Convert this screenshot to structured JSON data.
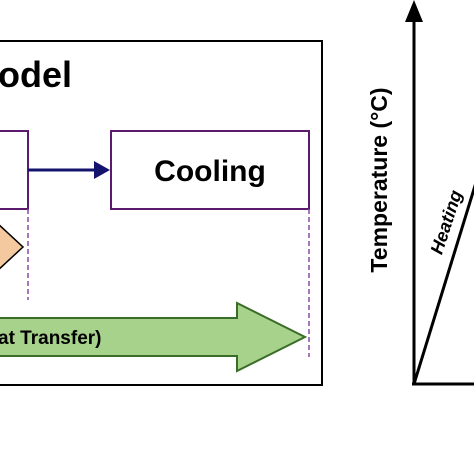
{
  "model_panel": {
    "title": "odel",
    "stage_box_label": "Cooling",
    "heat_transfer_label": "at Transfer)"
  },
  "graph_panel": {
    "y_axis_label": "Temperature (°C)",
    "curve_label": "Heating"
  },
  "colors": {
    "frame": "#000000",
    "box_border": "#5b1a6e",
    "arrow_blue": "#14146e",
    "green_fill": "#a7d28c",
    "green_stroke": "#3a6e28",
    "peach_fill": "#f5c9a0",
    "dashed_purple": "#8a4aa8"
  }
}
